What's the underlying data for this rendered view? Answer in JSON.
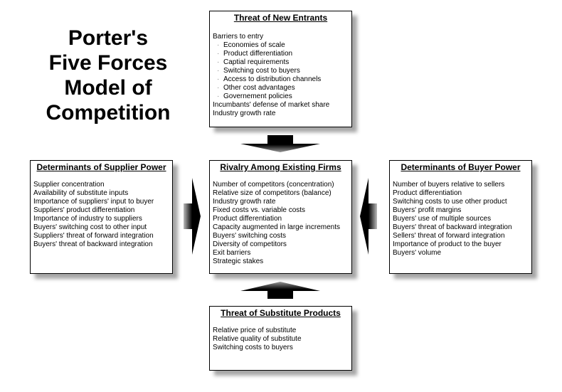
{
  "title": {
    "line1": "Porter's",
    "line2": "Five Forces",
    "line3": "Model of",
    "line4": "Competition"
  },
  "new_entrants": {
    "title": "Threat of New Entrants",
    "lead": "Barriers to entry",
    "barriers": [
      "Economies of scale",
      "Product differentiation",
      "Captial requirements",
      "Switching cost to buyers",
      "Access to distribution channels",
      "Other cost advantages",
      "Governement policies"
    ],
    "other": [
      "Incumbants' defense of market share",
      "Industry growth rate"
    ]
  },
  "rivalry": {
    "title": "Rivalry Among Existing Firms",
    "items": [
      "Number of competitors (concentration)",
      "Relative size of competitors (balance)",
      "Industry growth rate",
      "Fixed costs vs. variable costs",
      "Product differentiation",
      "Capacity augmented in large increments",
      "Buyers' switching costs",
      "Diversity of competitors",
      "Exit barriers",
      "Strategic stakes"
    ]
  },
  "supplier": {
    "title": "Determinants of Supplier Power",
    "items": [
      "Supplier concentration",
      "Availability of substitute inputs",
      "Importance of suppliers' input to buyer",
      "Suppliers' product differentiation",
      "Importance of industry to suppliers",
      "Buyers' switching cost to other input",
      "Suppliers' threat of forward integration",
      "Buyers' threat of backward integration"
    ]
  },
  "buyer": {
    "title": "Determinants of Buyer Power",
    "items": [
      "Number of buyers relative to sellers",
      "Product differentiation",
      "Switching costs to use other product",
      "Buyers' profit margins",
      "Buyers' use of multiple sources",
      "Buyers' threat of backward integration",
      "Sellers' threat of forward integration",
      "Importance of product to the buyer",
      "Buyers' volume"
    ]
  },
  "substitute": {
    "title": "Threat of Substitute Products",
    "items": [
      "Relative price of substitute",
      "Relative quality of substitute",
      "Switching costs to buyers"
    ]
  }
}
